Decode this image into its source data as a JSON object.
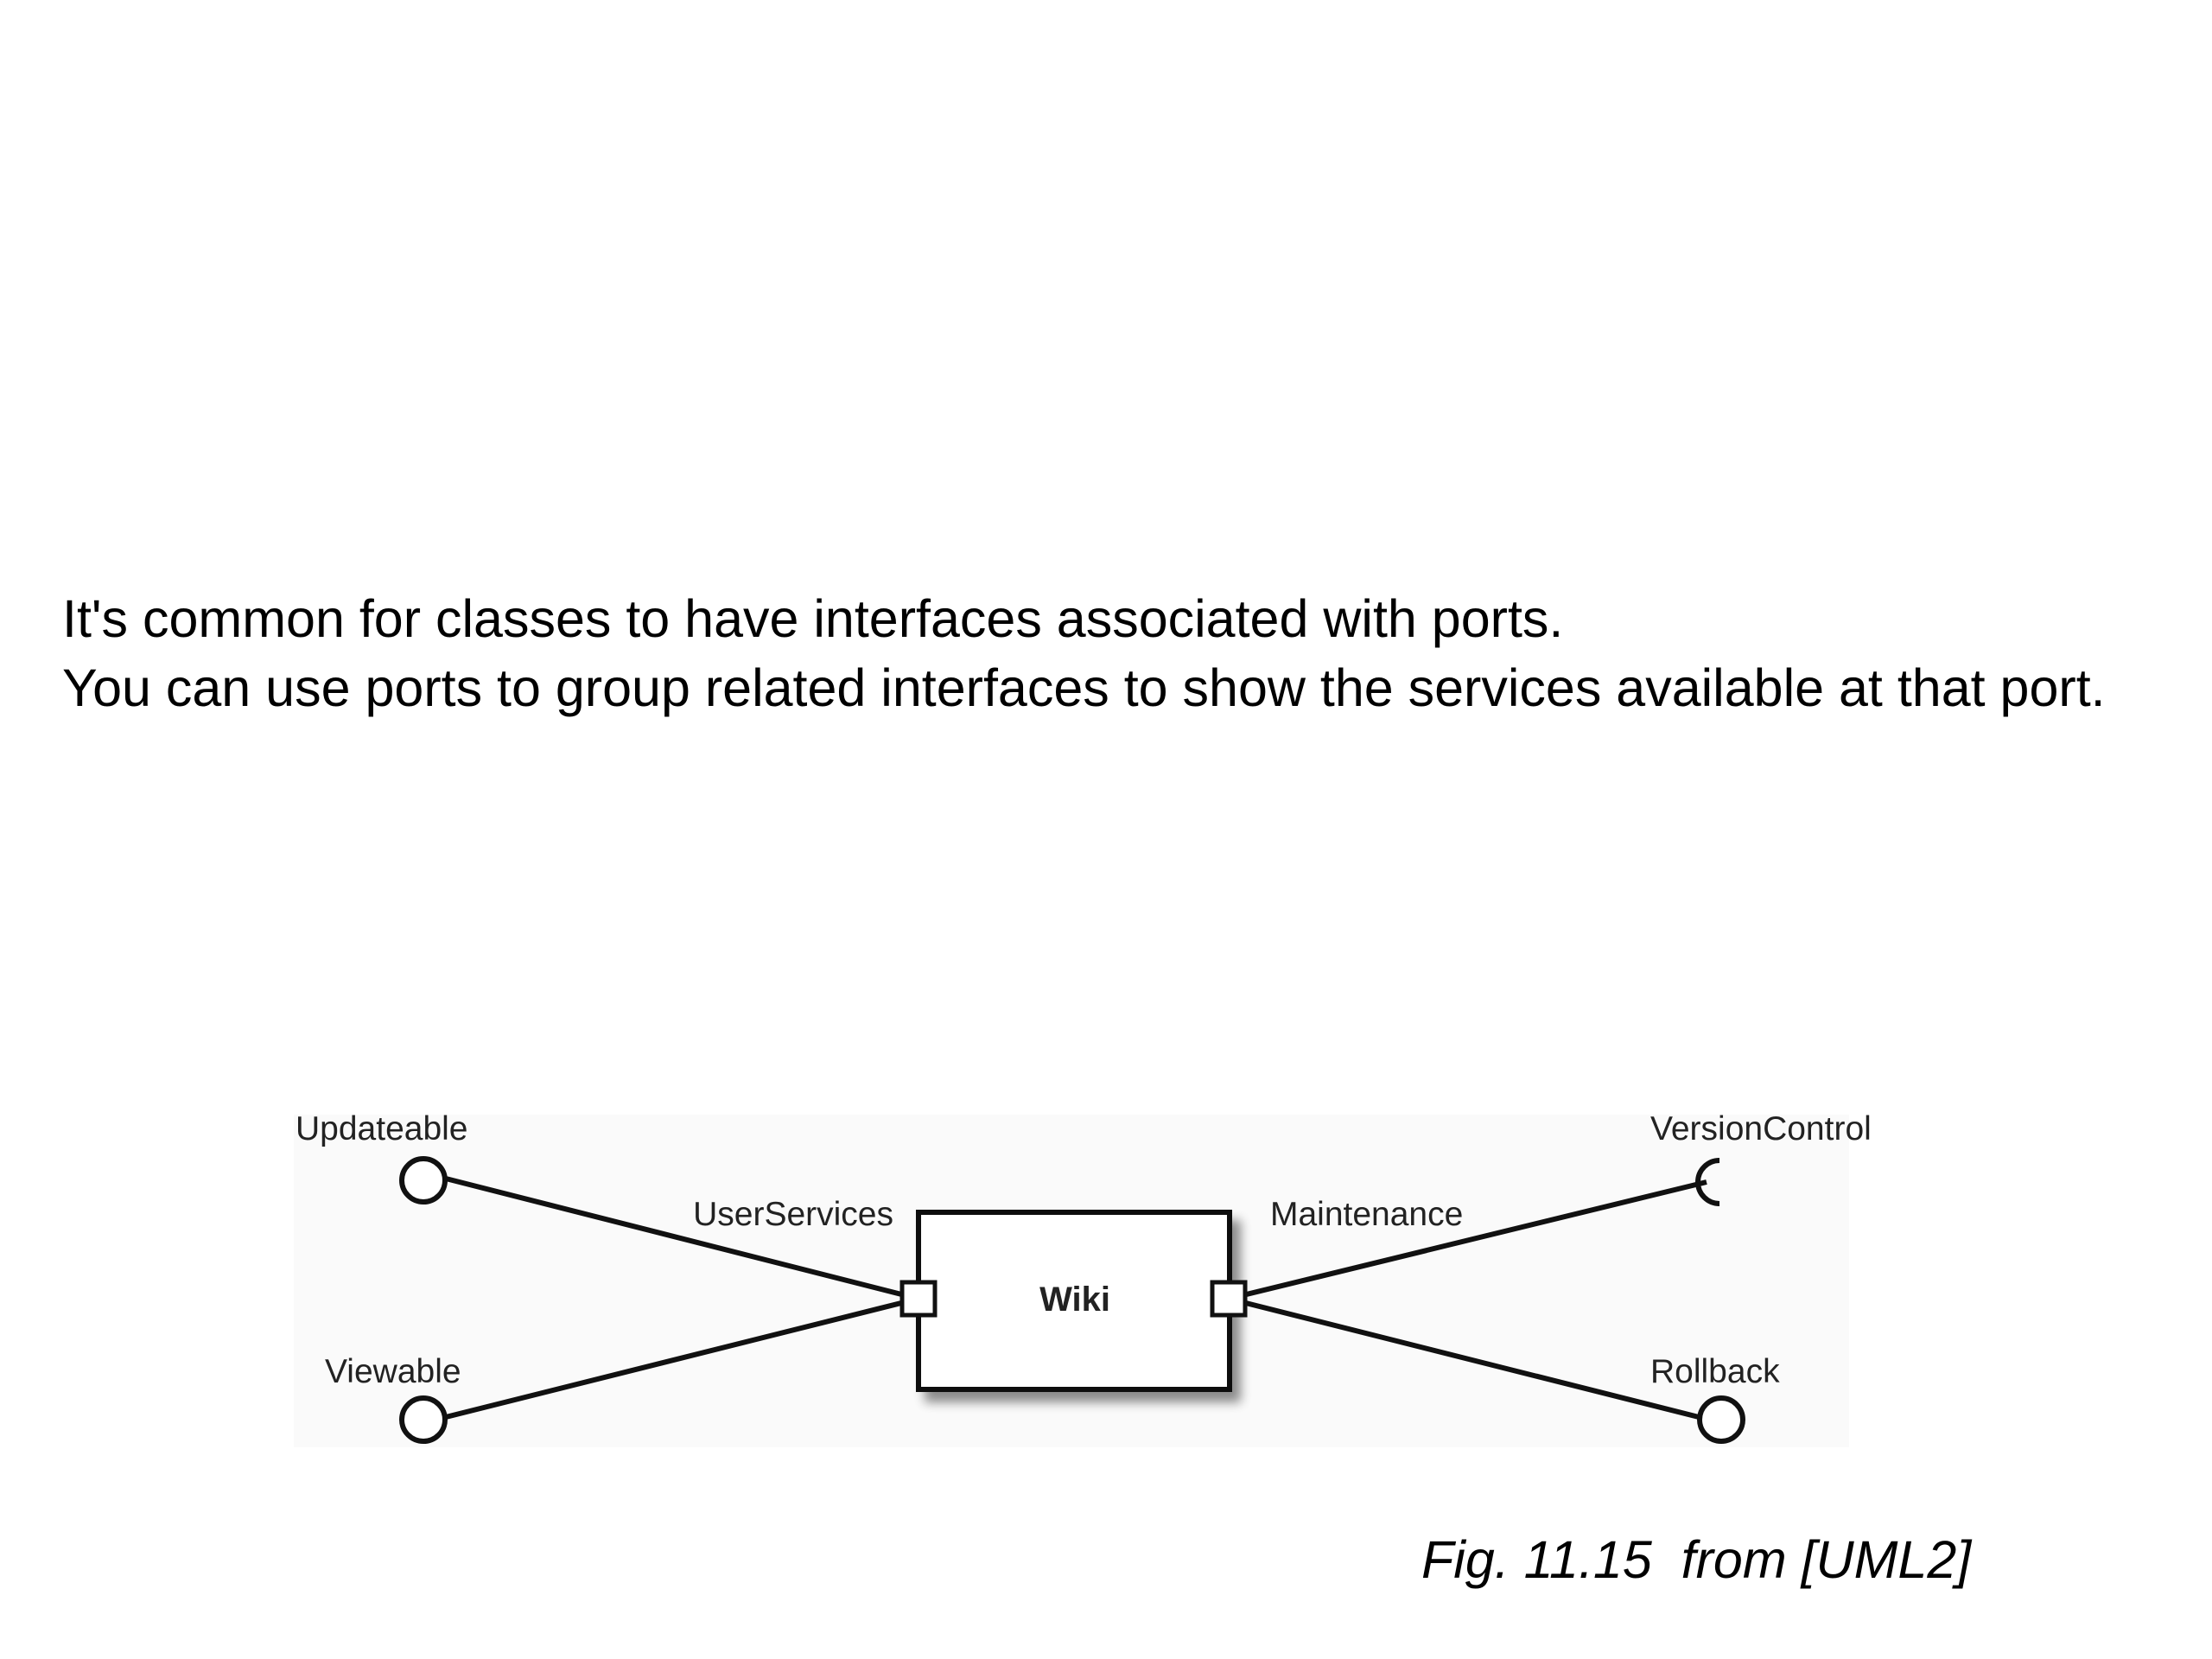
{
  "text": {
    "line1": "It's common for classes to have interfaces associated with ports.",
    "line2": "You can use ports to group related interfaces to show the services available at that port."
  },
  "diagram": {
    "component": "Wiki",
    "ports": {
      "left_port_label": "UserServices",
      "right_port_label": "Maintenance"
    },
    "interfaces": {
      "updateable": "Updateable",
      "viewable": "Viewable",
      "version_control": "VersionControl",
      "rollback": "Rollback"
    }
  },
  "caption": "Fig. 11.15  from [UML2]"
}
